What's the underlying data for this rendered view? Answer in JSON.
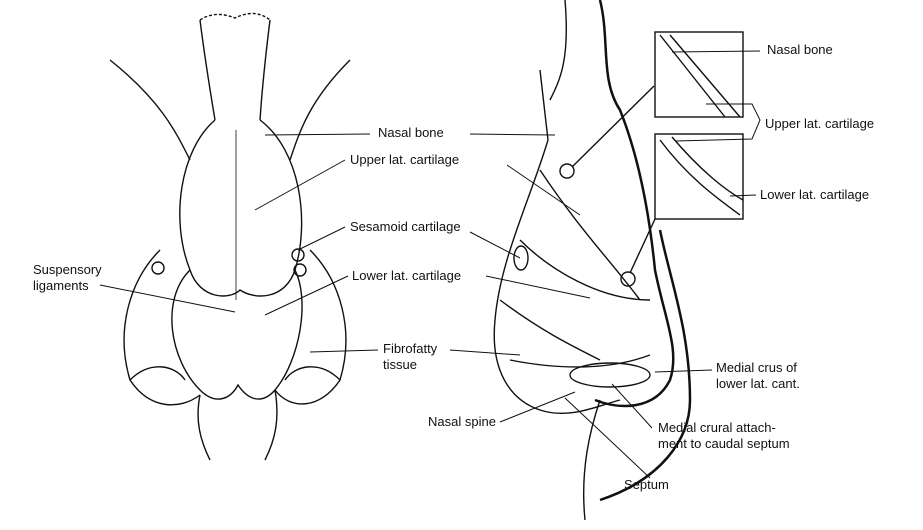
{
  "front_view": {
    "labels": {
      "nasal_bone": "Nasal bone",
      "upper_lat_cartilage": "Upper lat. cartilage",
      "sesamoid_cartilage": "Sesamoid cartilage",
      "suspensory_ligaments_1": "Suspensory",
      "suspensory_ligaments_2": "ligaments",
      "lower_lat_cartilage": "Lower lat. cartilage",
      "fibrofatty_tissue_1": "Fibrofatty",
      "fibrofatty_tissue_2": "tissue"
    }
  },
  "side_view": {
    "labels": {
      "nasal_spine": "Nasal spine",
      "septum": "Septum",
      "medial_crural_1": "Medial crural attach-",
      "medial_crural_2": "ment to caudal septum",
      "medial_crus_1": "Medial crus of",
      "medial_crus_2": "lower lat. cant."
    }
  },
  "insets": {
    "nasal_bone": "Nasal bone",
    "upper_lat_cartilage": "Upper lat. cartilage",
    "lower_lat_cartilage": "Lower lat. cartilage"
  }
}
